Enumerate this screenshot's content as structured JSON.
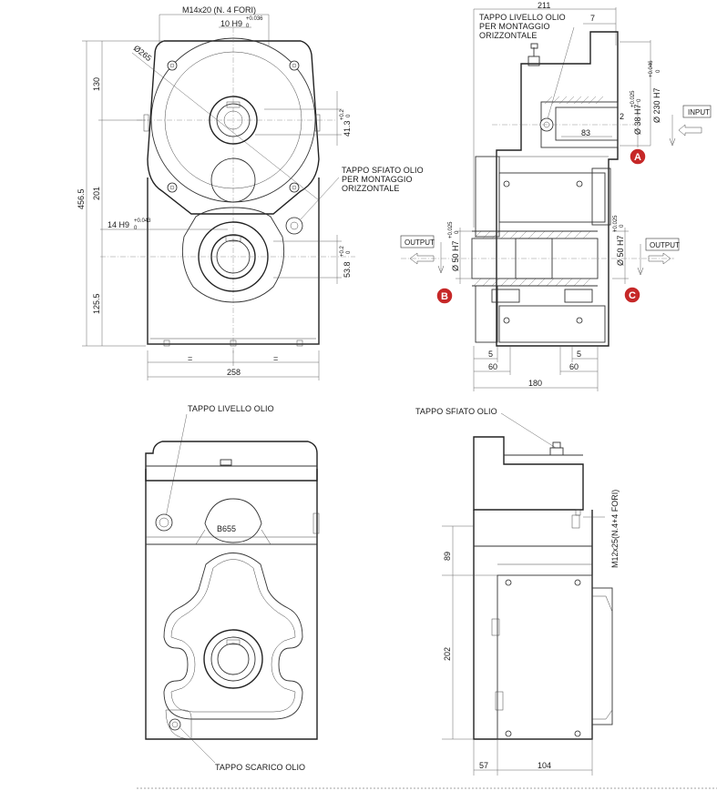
{
  "front_view": {
    "bolt_spec": "M14x20 (N. 4 FORI)",
    "keyway_top": "10 H9",
    "keyway_top_tol_upper": "+0.036",
    "keyway_top_tol_lower": "0",
    "pcd": "Ø265",
    "bore_depth_top": "41.3",
    "bore_depth_top_tol_upper": "+0.2",
    "bore_depth_top_tol_lower": "0",
    "breather_label": [
      "TAPPO SFIATO OLIO",
      "PER MONTAGGIO",
      "ORIZZONTALE"
    ],
    "keyway_bottom": "14 H9",
    "keyway_bottom_tol_upper": "+0.043",
    "keyway_bottom_tol_lower": "0",
    "bore_depth_bottom": "53.8",
    "bore_depth_bottom_tol_upper": "+0.2",
    "bore_depth_bottom_tol_lower": "0",
    "dim_130": "130",
    "dim_201": "201",
    "dim_456": "456.5",
    "dim_125": "125.5",
    "eq_left": "=",
    "eq_right": "=",
    "width": "258"
  },
  "side_view": {
    "level_label": [
      "TAPPO LIVELLO OLIO",
      "PER MONTAGGIO",
      "ORIZZONTALE"
    ],
    "dim_211": "211",
    "dim_7": "7",
    "bore_38": "Ø 38 H7",
    "bore_38_tol_upper": "+0.025",
    "bore_38_tol_lower": "0",
    "bore_230": "Ø 230 H7",
    "bore_230_tol_upper": "+0.046",
    "bore_230_tol_lower": "0",
    "dim_2": "2",
    "dim_83": "83",
    "input_label": "INPUT",
    "output_left": "OUTPUT",
    "output_right": "OUTPUT",
    "bore_50_left": "Ø 50 H7",
    "bore_50_left_tol_upper": "+0.025",
    "bore_50_left_tol_lower": "0",
    "bore_50_right": "Ø 50 H7",
    "bore_50_right_tol_upper": "+0.025",
    "bore_50_right_tol_lower": "0",
    "badge_a": "A",
    "badge_b": "B",
    "badge_c": "C",
    "dim_5_left": "5",
    "dim_5_right": "5",
    "dim_60_left": "60",
    "dim_60_right": "60",
    "dim_180": "180"
  },
  "back_view": {
    "level_label": "TAPPO LIVELLO OLIO",
    "plate": "B655",
    "drain_label": "TAPPO SCARICO OLIO"
  },
  "right_view": {
    "breather_label": "TAPPO SFIATO OLIO",
    "bolt_spec": "M12x25(N.4+4 FORI)",
    "dim_89": "89",
    "dim_202": "202",
    "dim_57": "57",
    "dim_104": "104"
  }
}
